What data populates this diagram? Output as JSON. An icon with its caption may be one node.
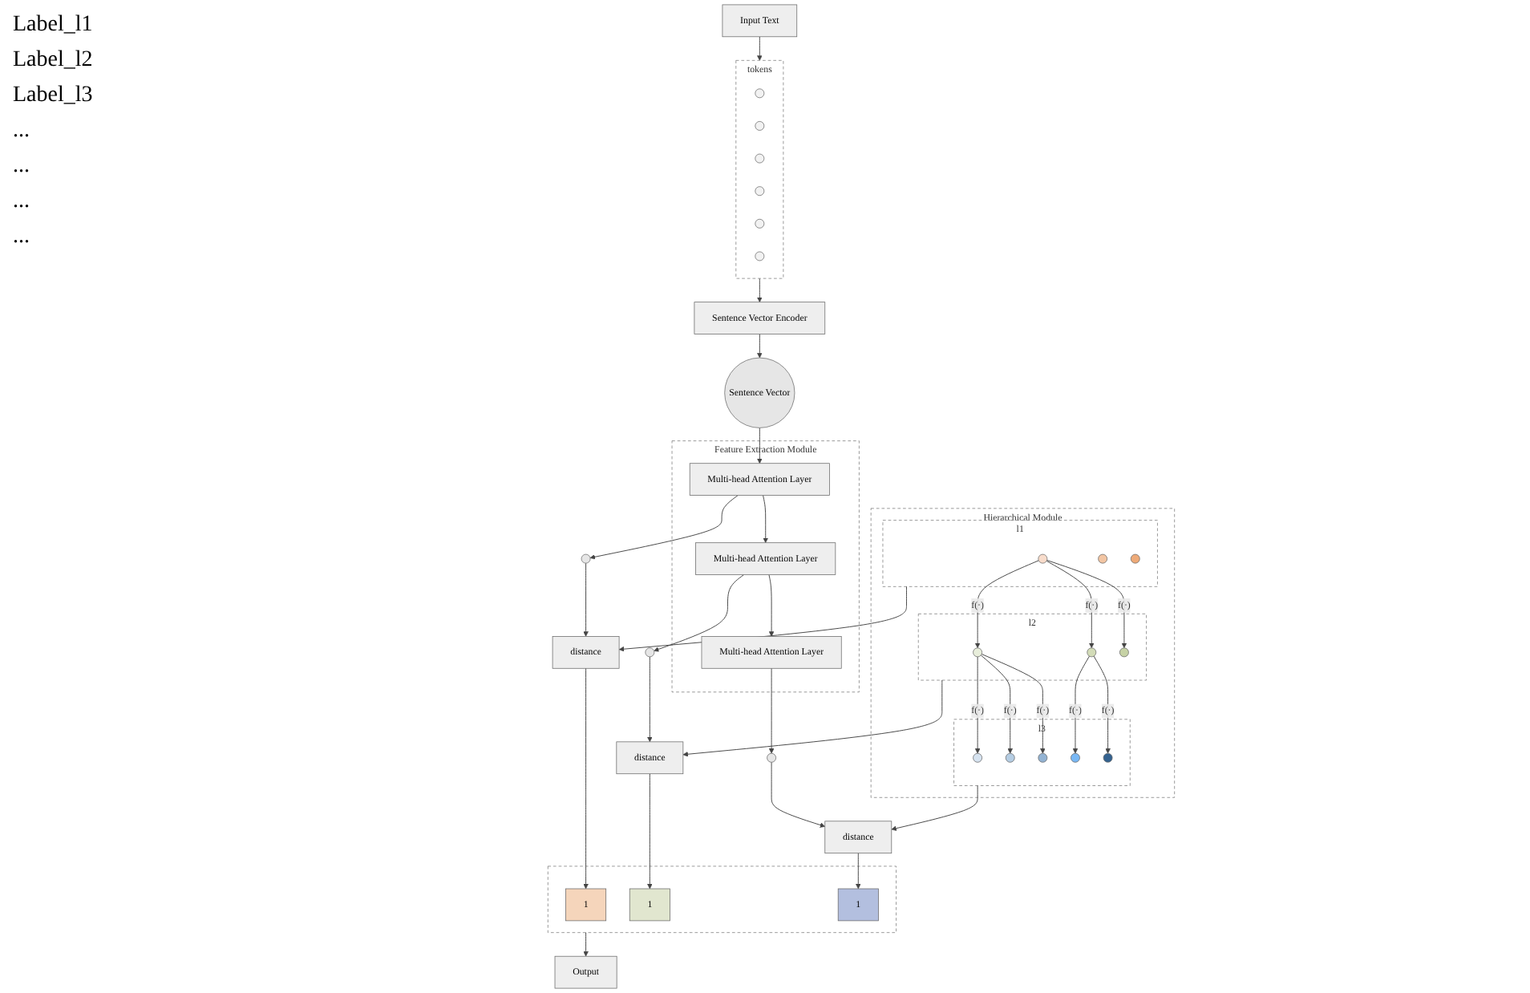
{
  "diagram": {
    "nodes": [
      {
        "text": [
          "Input Text"
        ]
      },
      {
        "text": [
          "tokens"
        ]
      },
      {
        "text": [],
        "shape": "circle",
        "in": 1
      },
      {
        "text": [],
        "shape": "circle",
        "in": 1
      },
      {
        "text": [],
        "shape": "circle",
        "in": 1
      },
      {
        "text": [],
        "shape": "circle",
        "in": 1
      },
      {
        "text": [],
        "shape": "circle",
        "in": 1
      },
      {
        "text": [],
        "shape": "circle",
        "in": 1
      },
      {
        "text": [
          "Sentence Vector Encoder"
        ]
      },
      {
        "text": [
          "Sentence Vector"
        ]
      },
      {
        "text": [
          "Feature Extraction Module"
        ]
      },
      {
        "text": [
          "Multi-head Attention Layer"
        ],
        "in": 10
      },
      {
        "text": [
          "Multi-head Attention Layer"
        ],
        "in": 10
      },
      {
        "text": [
          "Multi-head Attention Layer"
        ],
        "in": 10
      },
      {
        "text": [],
        "shape": "circle"
      },
      {
        "text": [],
        "shape": "circle"
      },
      {
        "text": [],
        "shape": "circle"
      },
      {
        "text": [
          "distance"
        ]
      },
      {
        "text": [
          "distance"
        ]
      },
      {
        "text": [
          "distance"
        ]
      },
      {
        "text": [
          "Output"
        ]
      },
      {
        "text": [],
        "shape": "box"
      },
      {
        "text": [
          "1"
        ],
        "in": 21
      },
      {
        "text": [
          "1"
        ],
        "in": 21
      },
      {
        "text": [
          "1"
        ],
        "in": 21
      },
      {
        "text": [
          "Hierarchical Module"
        ]
      },
      {
        "text": [
          "l1"
        ],
        "in": 25
      },
      {
        "text": [],
        "shape": "circle",
        "in": 26
      },
      {
        "text": [],
        "shape": "circle",
        "in": 26
      },
      {
        "text": [],
        "shape": "circle",
        "in": 26
      },
      {
        "text": [
          "l2"
        ],
        "in": 25
      },
      {
        "text": [],
        "shape": "circle",
        "in": 30
      },
      {
        "text": [],
        "shape": "circle",
        "in": 30
      },
      {
        "text": [],
        "shape": "circle",
        "in": 30
      },
      {
        "text": [
          "l3"
        ],
        "in": 25
      },
      {
        "text": [],
        "shape": "circle",
        "in": 34
      },
      {
        "text": [],
        "shape": "circle",
        "in": 34
      },
      {
        "text": [],
        "shape": "circle",
        "in": 34
      },
      {
        "text": [],
        "shape": "circle",
        "in": 34
      },
      {
        "text": [],
        "shape": "circle",
        "in": 34
      }
    ],
    "edges": [
      {
        "from": 0,
        "to": 1,
        "arrow": "to"
      },
      {
        "from": 1,
        "to": 8,
        "arrow": "to"
      },
      {
        "from": 8,
        "to": 9,
        "arrow": "to"
      },
      {
        "from": 9,
        "to": 11,
        "arrow": "to"
      },
      {
        "from": 11,
        "to": 12,
        "arrow": "to"
      },
      {
        "from": 12,
        "to": 13,
        "arrow": "to"
      },
      {
        "from": 11,
        "to": 14,
        "arrow": "to"
      },
      {
        "from": 12,
        "to": 15,
        "arrow": "to"
      },
      {
        "from": 13,
        "to": 16,
        "arrow": "to"
      },
      {
        "from": 14,
        "to": 17,
        "arrow": "to"
      },
      {
        "from": 15,
        "to": 18,
        "arrow": "to"
      },
      {
        "from": 16,
        "to": 19,
        "arrow": "to"
      },
      {
        "from": 26,
        "to": 17,
        "arrow": "to"
      },
      {
        "from": 30,
        "to": 18,
        "arrow": "to"
      },
      {
        "from": 34,
        "to": 19,
        "arrow": "to"
      },
      {
        "from": 17,
        "to": 22,
        "arrow": "to"
      },
      {
        "from": 18,
        "to": 23,
        "arrow": "to"
      },
      {
        "from": 19,
        "to": 24,
        "arrow": "to"
      },
      {
        "from": 21,
        "to": 20,
        "arrow": "to"
      },
      {
        "from": 27,
        "to": 31,
        "arrow": "to",
        "label": "f(·)"
      },
      {
        "from": 27,
        "to": 32,
        "arrow": "to",
        "label": "f(·)"
      },
      {
        "from": 27,
        "to": 33,
        "arrow": "to",
        "label": "f(·)"
      },
      {
        "from": 31,
        "to": 35,
        "arrow": "to",
        "label": "f(·)"
      },
      {
        "from": 31,
        "to": 36,
        "arrow": "to",
        "label": "f(·)"
      },
      {
        "from": 31,
        "to": 37,
        "arrow": "to",
        "label": "f(·)"
      },
      {
        "from": 32,
        "to": 38,
        "arrow": "to",
        "label": "f(·)"
      },
      {
        "from": 32,
        "to": 39,
        "arrow": "to",
        "label": "f(·)"
      }
    ],
    "labels": [
      "Label_l1",
      "Label_l2",
      "Label_l3",
      "...",
      "...",
      "...",
      "..."
    ]
  }
}
